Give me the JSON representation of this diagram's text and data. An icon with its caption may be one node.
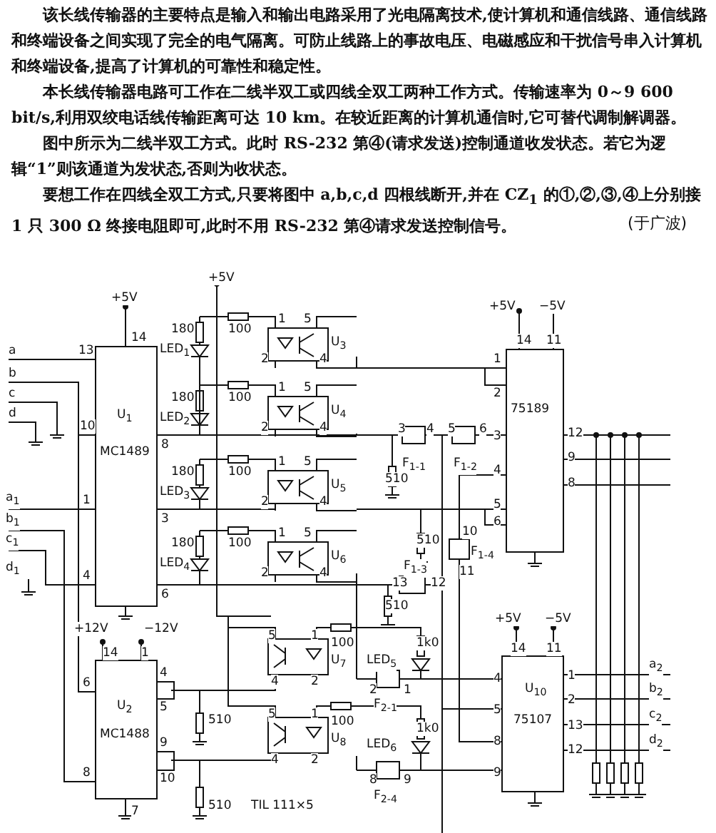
{
  "diagram": {
    "labels": [
      "该长线传输器的主要特点是输入和输出电路采用了光电隔离技术,使计算机和通信线路、通信线路和终端设备之间实现了完全的电气隔离。可防止线路上的事故电压、电磁感应和干扰信号串入计算机和终端设备,提高了计算机的可靠性和稳定性。",
      "本长线传输器电路可工作在二线半双工或四线全双工两种工作方式。传输速率为 0～9 600 bit/s,利用双绞电话线传输距离可达 10 km。在较近距离的计算机通信时,它可替代调制解调器。",
      "图中所示为二线半双工方式。此时 RS-232 第④(请求发送)控制通道收发状态。若它为逻辑“1”则该通道为发状态,否则为收状态。",
      "要想工作在四线全双工方式,只要将图中 a,b,c,d 四根线断开,并在 CZ$_{1}$ 的①,②,③,④上分别接 1 只 300 Ω 终接电阻即可,此时不用 RS-232 第④请求发送控制信号。",
      "(于广波)",
      "+5V",
      "14",
      "a",
      "13",
      "b",
      "c",
      "d",
      "U$_{1}$",
      "10",
      "MC1489",
      "8",
      "a$_{1}$",
      "1",
      "b$_{1}$",
      "3",
      "c$_{1}$",
      "d$_{1}$",
      "4",
      "6",
      "+12V",
      "−12V",
      "14",
      "1",
      "6",
      "4",
      "U$_{2}$",
      "5",
      "MC1488",
      "9",
      "10",
      "8",
      "7",
      "510",
      "510",
      "TIL 111×5",
      "+5V",
      "180",
      "LED$_{1}$",
      "100",
      "1",
      "5",
      "2",
      "4",
      "U$_{3}$",
      "180",
      "LED$_{2}$",
      "100",
      "1",
      "5",
      "2",
      "4",
      "U$_{4}$",
      "180",
      "LED$_{3}$",
      "100",
      "1",
      "5",
      "2",
      "4",
      "U$_{5}$",
      "180",
      "LED$_{4}$",
      "100",
      "1",
      "5",
      "2",
      "4",
      "U$_{6}$",
      "100",
      "5",
      "1",
      "4",
      "2",
      "U$_{7}$",
      "100",
      "5",
      "1",
      "4",
      "2",
      "U$_{8}$",
      "+5V",
      "−5V",
      "14",
      "11",
      "75189",
      "1",
      "2",
      "3",
      "4",
      "5",
      "6",
      "12",
      "9",
      "8",
      "3",
      "4",
      "F$_{1-1}$",
      "5",
      "6",
      "F$_{1-2}$",
      "10",
      "F$_{1-4}$",
      "11",
      "F$_{1-3}$",
      "13",
      "12",
      "510",
      "510",
      "510",
      "1k0",
      "LED$_{5}$",
      "2",
      "1",
      "F$_{2-1}$",
      "1k0",
      "LED$_{6}$",
      "8",
      "9",
      "F$_{2-4}$",
      "+5V",
      "−5V",
      "14",
      "11",
      "U$_{10}$",
      "75107",
      "4",
      "5",
      "8",
      "9",
      "1",
      "2",
      "13",
      "12",
      "a$_{2}$",
      "b$_{2}$",
      "c$_{2}$",
      "d$_{2}$"
    ]
  }
}
